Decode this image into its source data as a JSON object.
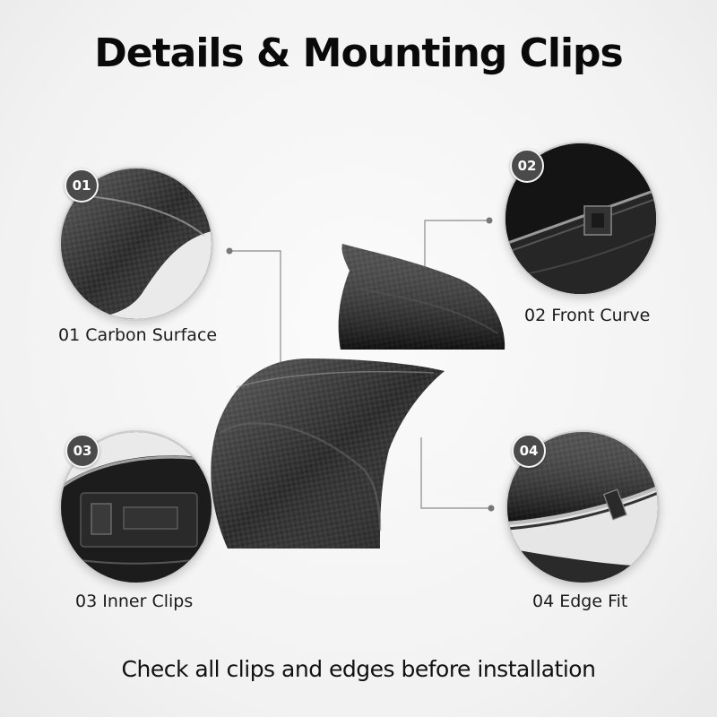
{
  "page": {
    "title": "Details & Mounting Clips",
    "footer": "Check all clips and edges before installation"
  },
  "details": [
    {
      "number": "01",
      "label": "01 Carbon Surface",
      "icon": "carbon-surface-closeup"
    },
    {
      "number": "02",
      "label": "02 Front Curve",
      "icon": "front-curve-closeup"
    },
    {
      "number": "03",
      "label": "03 Inner Clips",
      "icon": "inner-clips-closeup"
    },
    {
      "number": "04",
      "label": "04 Edge Fit",
      "icon": "edge-fit-closeup"
    }
  ],
  "colors": {
    "carbon": "#1c1c1c",
    "badge": "#4a4a4a",
    "leader": "#8a8a8a"
  }
}
